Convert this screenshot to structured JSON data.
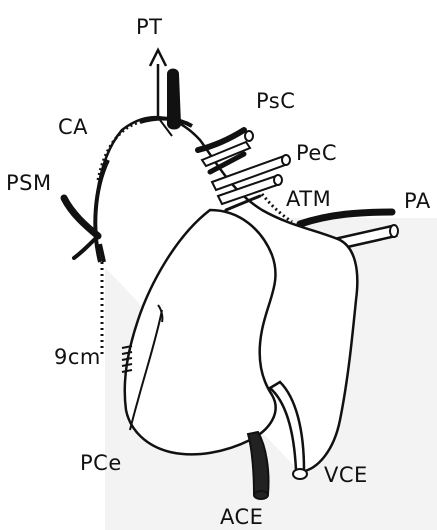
{
  "diagram": {
    "labels": {
      "pt": "PT",
      "psc": "PsC",
      "pec": "PeC",
      "atm": "ATM",
      "pa": "PA",
      "ca": "CA",
      "psm": "PSM",
      "sem": "9cm",
      "pce": "PCe",
      "ace": "ACE",
      "vce": "VCE"
    },
    "colors": {
      "ink": "#111111",
      "panel": "#f3f3f3",
      "fill": "#ffffff"
    }
  }
}
